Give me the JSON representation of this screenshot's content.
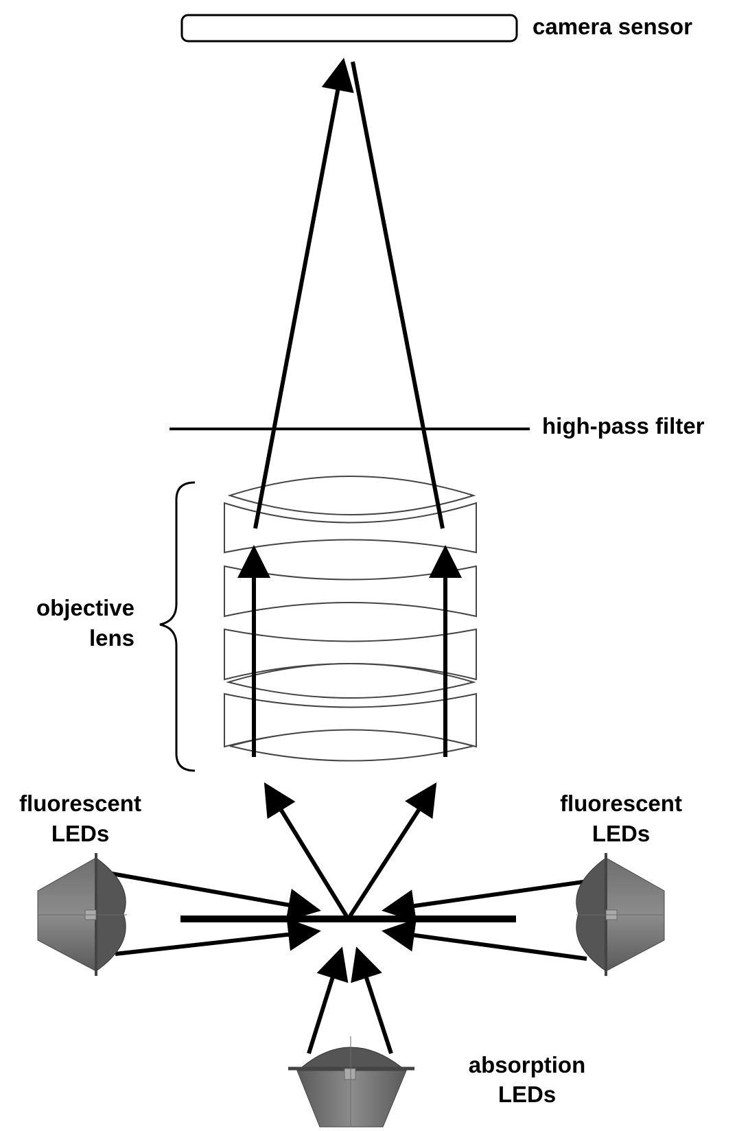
{
  "labels": {
    "camera_sensor": "camera sensor",
    "high_pass_filter": "high-pass filter",
    "objective_line1": "objective",
    "objective_line2": "lens",
    "fluor_left_line1": "fluorescent",
    "fluor_left_line2": "LEDs",
    "fluor_right_line1": "fluorescent",
    "fluor_right_line2": "LEDs",
    "absorption_line1": "absorption",
    "absorption_line2": "LEDs"
  },
  "colors": {
    "line": "#000000",
    "led_dark": "#555555",
    "led_light": "#8a8a8a",
    "lens_outline": "#444444"
  }
}
